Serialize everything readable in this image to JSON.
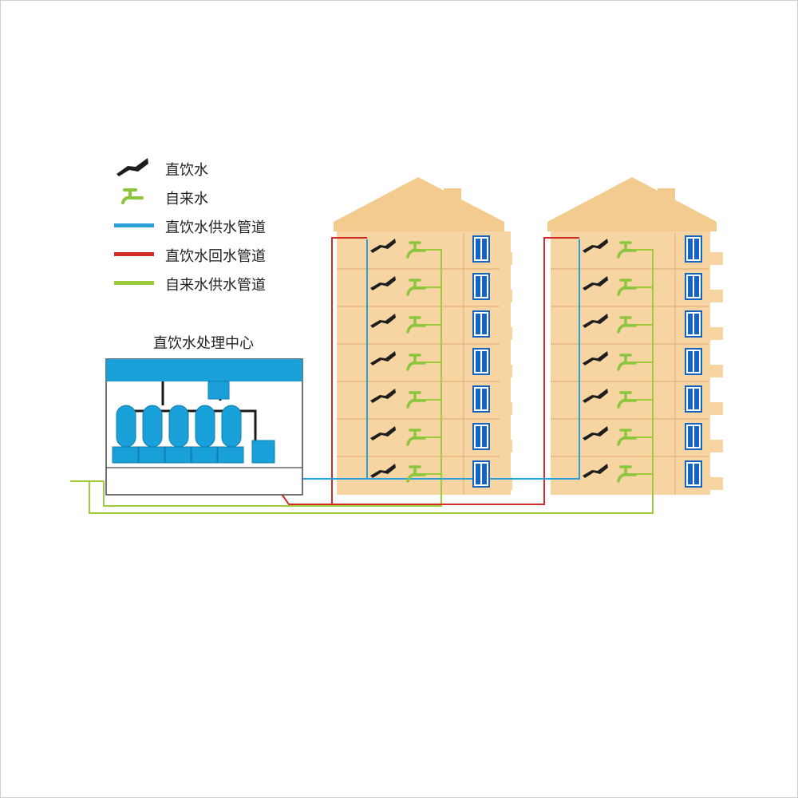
{
  "legend": {
    "items": [
      {
        "label": "直饮水",
        "icon": "direct-drinking-faucet-icon"
      },
      {
        "label": "自来水",
        "icon": "tap-water-faucet-icon"
      },
      {
        "label": "直饮水供水管道",
        "icon": "blue-pipe-line",
        "color": "#2aa0d8"
      },
      {
        "label": "直饮水回水管道",
        "icon": "red-pipe-line",
        "color": "#d32a2a"
      },
      {
        "label": "自来水供水管道",
        "icon": "green-pipe-line",
        "color": "#9ccc3a"
      }
    ]
  },
  "treatment_center": {
    "title": "直饮水处理中心"
  },
  "colors": {
    "building": "#f6d5a2",
    "roof": "#f3cb8e",
    "blue_pipe": "#2aa0d8",
    "red_pipe": "#d32a2a",
    "green_pipe": "#9ccc3a",
    "faucet_dark": "#1e1e1e",
    "faucet_green": "#8cc63f",
    "window": "#1565c0",
    "tank": "#1aa0d8"
  }
}
